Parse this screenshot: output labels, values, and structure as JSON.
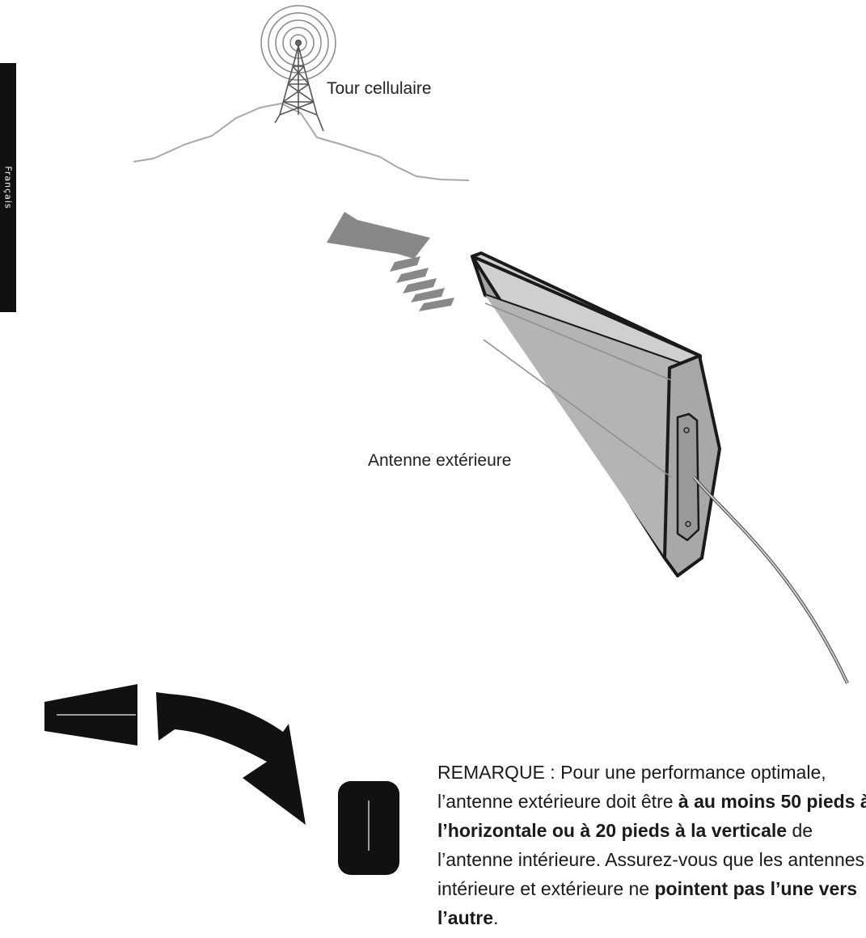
{
  "side_tab": {
    "text": "Français"
  },
  "labels": {
    "tower": "Tour cellulaire",
    "outdoor_antenna": "Antenne extérieure"
  },
  "note": {
    "prefix": "REMARQUE : Pour une performance optimale, l’antenne extérieure doit être ",
    "bold1": "à au moins 50 pieds à l’horizontale ou à 20 pieds à la verticale",
    "mid": " de l’antenne intérieure. Assurez-vous que les antennes intérieure et extérieure ne ",
    "bold2": "pointent pas l’une vers l’autre",
    "suffix": "."
  },
  "icons": [
    "cell-tower-icon",
    "signal-arrow-icon",
    "outdoor-antenna-icon",
    "indoor-antenna-icon",
    "curved-arrow-icon"
  ]
}
